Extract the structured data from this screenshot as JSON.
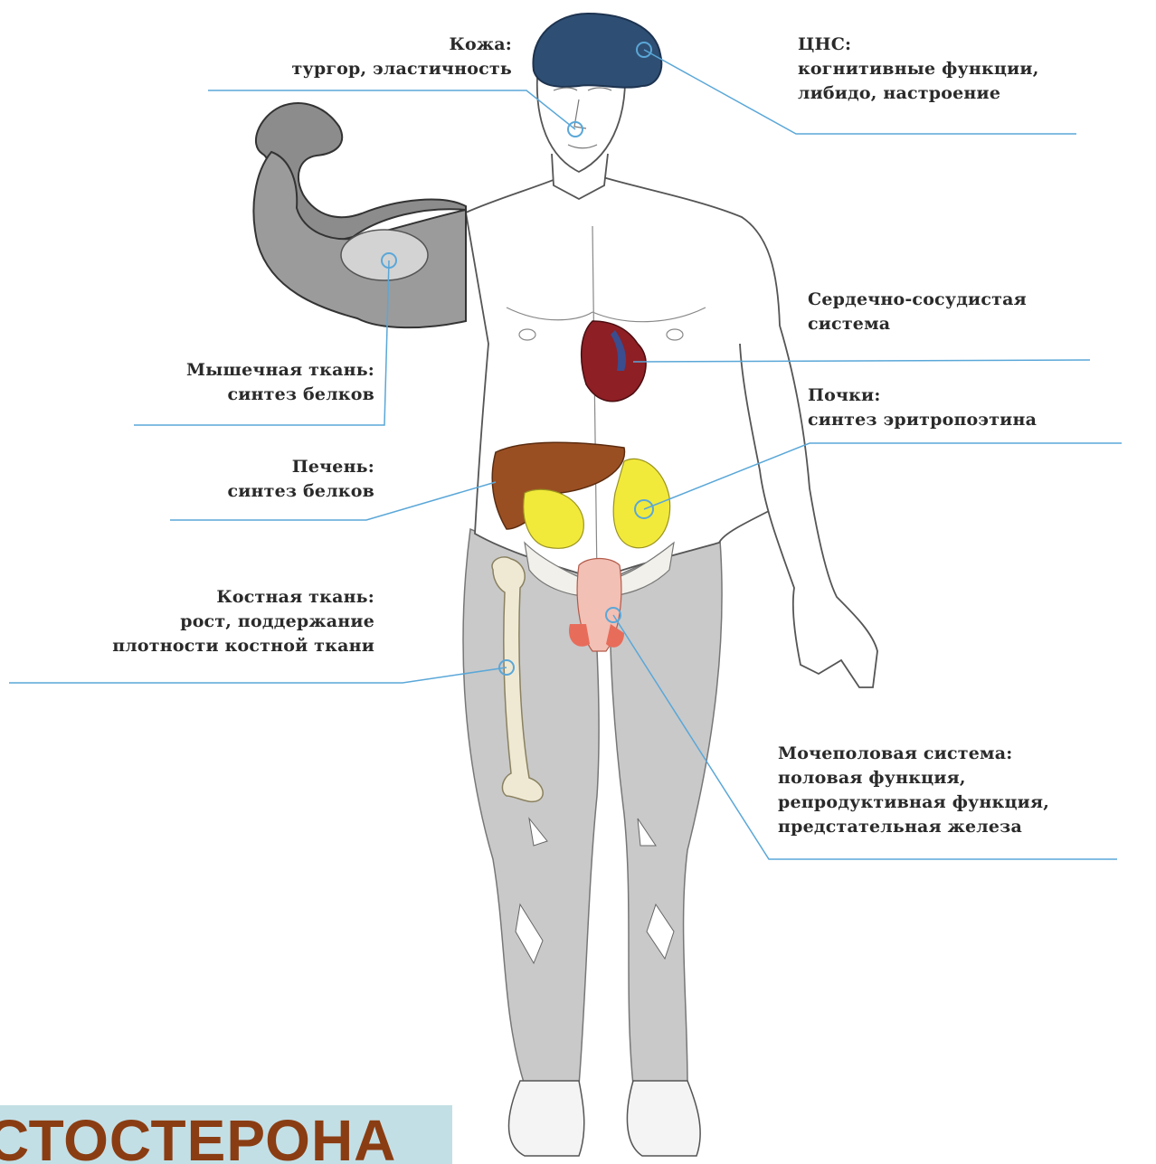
{
  "labels": {
    "skin": {
      "title": "Кожа:",
      "detail": "тургор, эластичность"
    },
    "cns": {
      "title": "ЦНС:",
      "line1": "когнитивные функции,",
      "line2": "либидо, настроение"
    },
    "cardio": {
      "line1": "Сердечно-сосудистая",
      "line2": "система"
    },
    "muscle": {
      "title": "Мышечная ткань:",
      "detail": "синтез белков"
    },
    "kidney": {
      "title": "Почки:",
      "detail": "синтез эритропоэтина"
    },
    "liver": {
      "title": "Печень:",
      "detail": "синтез белков"
    },
    "bone": {
      "title": "Костная ткань:",
      "line1": "рост, поддержание",
      "line2": "плотности костной ткани"
    },
    "urogenital": {
      "title": "Мочеполовая система:",
      "line1": "половая функция,",
      "line2": "репродуктивная функция,",
      "line3": "предстательная железа"
    }
  },
  "banner": {
    "text": "СТОСТЕРОНА"
  },
  "colors": {
    "leader_line": "#5aa7d8",
    "brain": "#2e4f73",
    "muscle": "#8c8c8c",
    "legs": "#c9c9c9",
    "liver": "#9a4f22",
    "kidney": "#f2ea3a",
    "heart": "#8e1f25",
    "banner_bg": "#c3dfe6",
    "banner_text": "#8a3d12"
  }
}
